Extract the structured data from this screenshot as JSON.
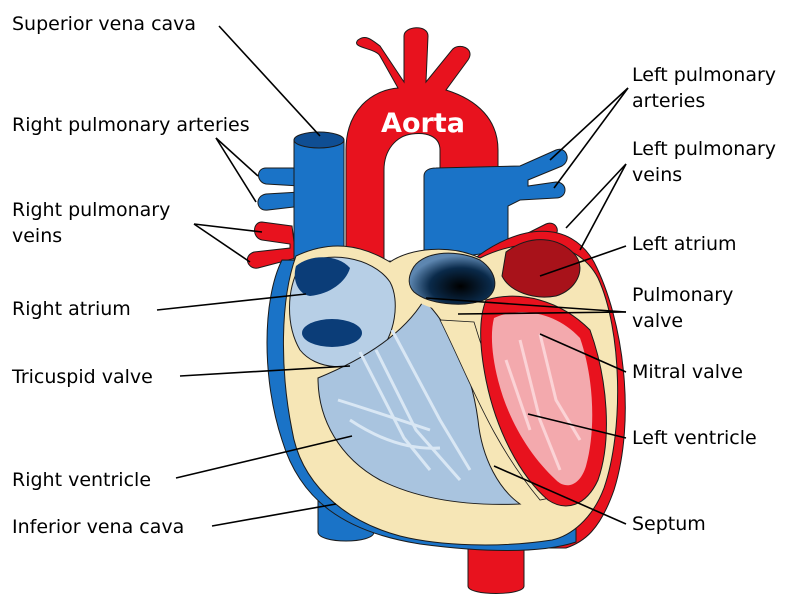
{
  "labels": {
    "superior_vena_cava": "Superior vena cava",
    "right_pulmonary_arteries": "Right pulmonary arteries",
    "right_pulmonary_veins": [
      "Right pulmonary",
      "veins"
    ],
    "right_atrium": "Right atrium",
    "tricuspid_valve": "Tricuspid valve",
    "right_ventricle": "Right ventricle",
    "inferior_vena_cava": "Inferior vena cava",
    "left_pulmonary_arteries": [
      "Left pulmonary",
      "arteries"
    ],
    "left_pulmonary_veins": [
      "Left pulmonary",
      "veins"
    ],
    "left_atrium": "Left atrium",
    "pulmonary_valve": [
      "Pulmonary",
      "valve"
    ],
    "mitral_valve": "Mitral valve",
    "left_ventricle": "Left ventricle",
    "septum": "Septum",
    "aorta": "Aorta"
  },
  "colors": {
    "oxygenated_red": "#e8121e",
    "deoxygenated_blue": "#1a73c7",
    "wall_cream": "#f6e6b6",
    "chamber_blue_light": "#b7cfe6",
    "chamber_red_light": "#f3a9ad",
    "outline": "#1b1b1b"
  }
}
